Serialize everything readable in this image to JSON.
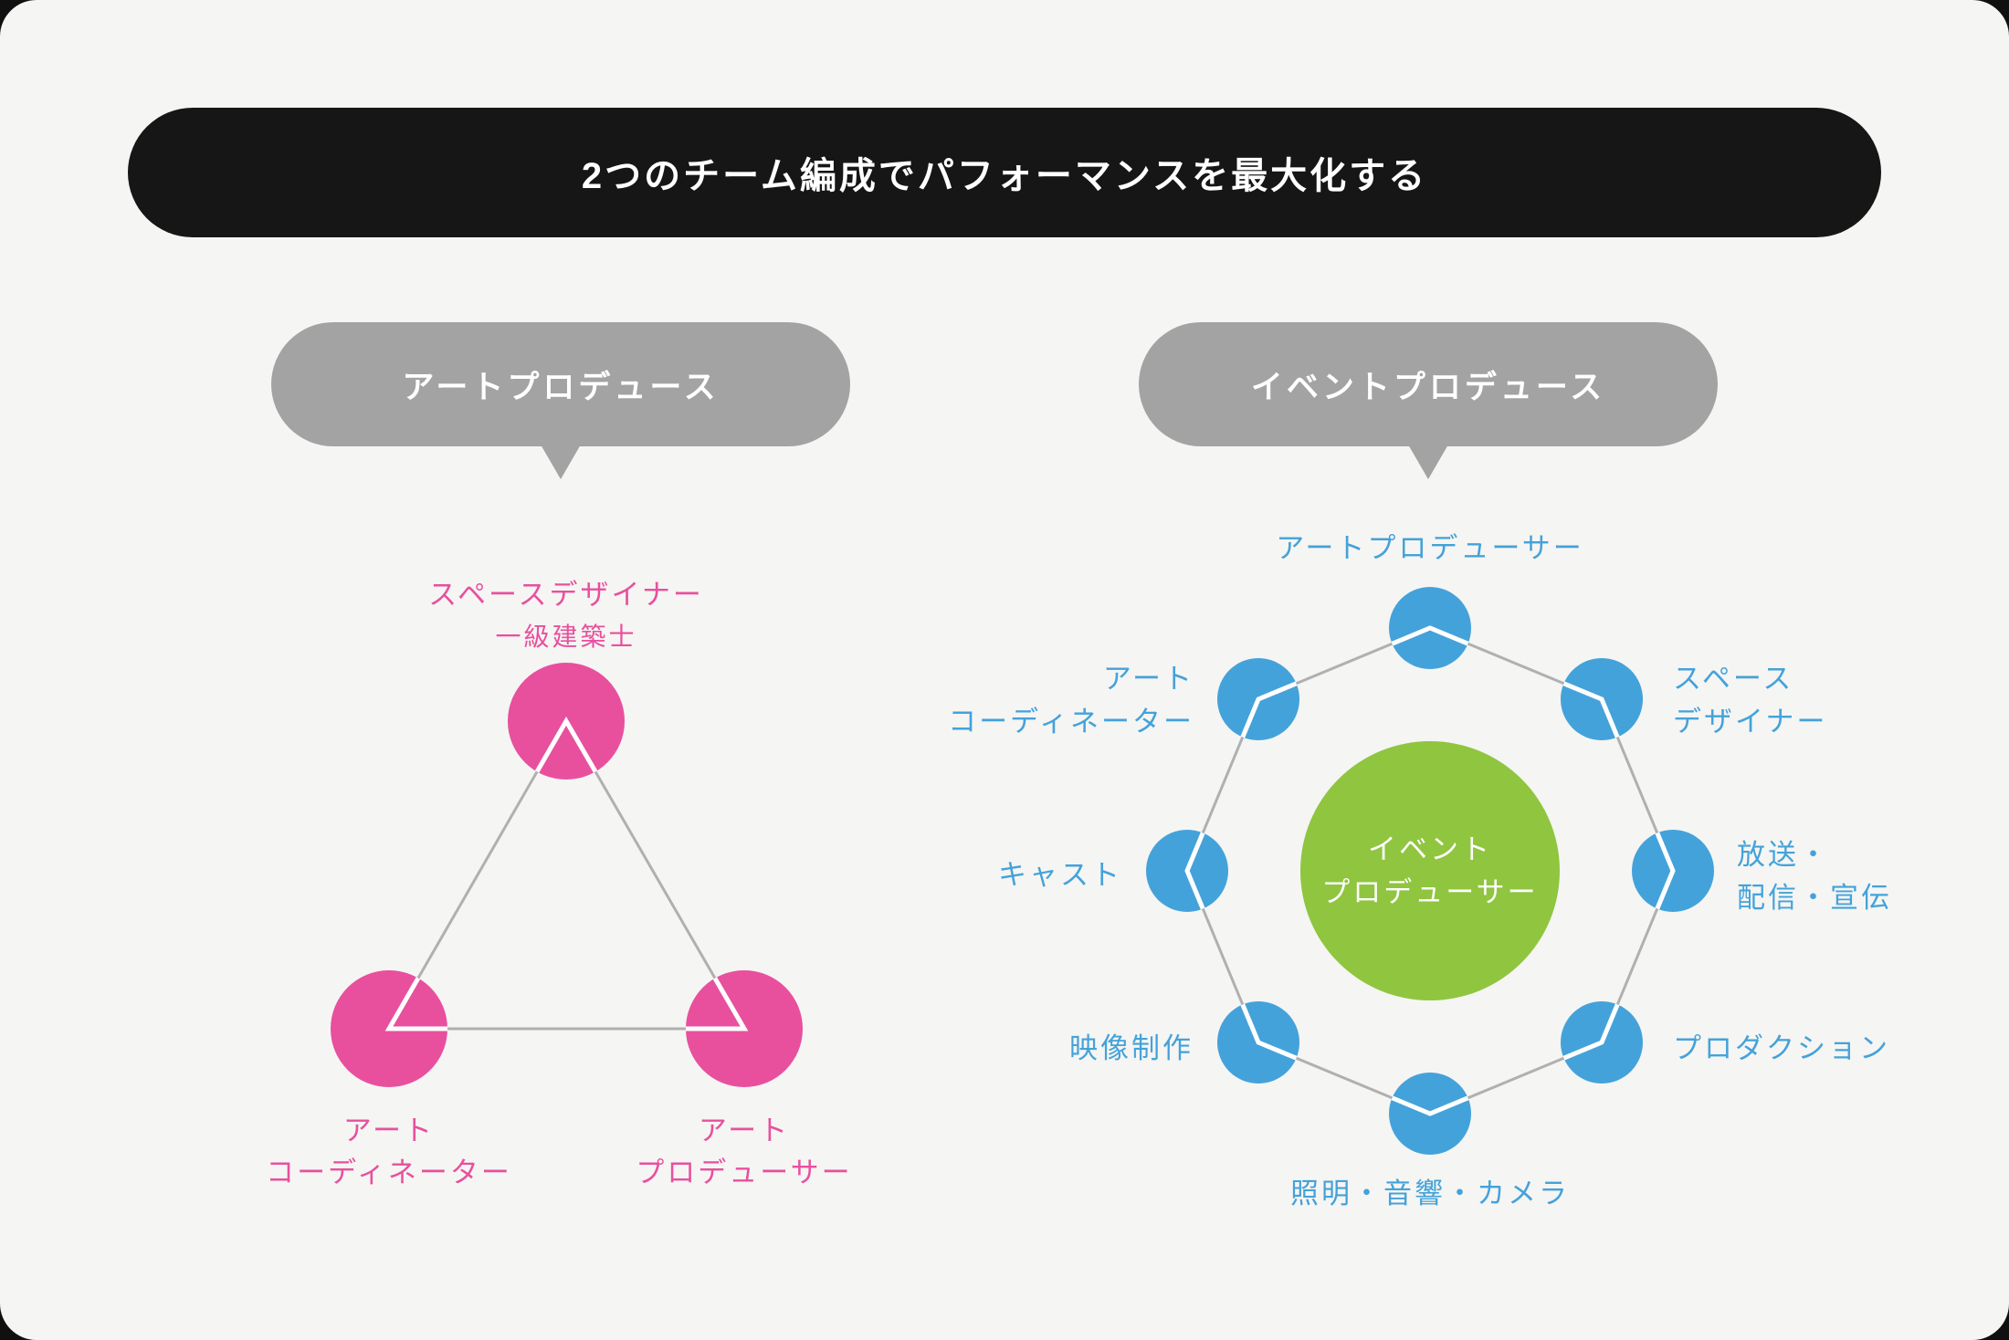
{
  "page": {
    "title": "2つのチーム編成でパフォーマンスを最大化する"
  },
  "colors": {
    "background": "#f5f5f3",
    "banner": "#161616",
    "bubble": "#a3a3a3",
    "pink": "#e8509e",
    "blue": "#44a2da",
    "green": "#90c53f",
    "line_gray": "#b0b0b0"
  },
  "art_produce": {
    "bubble_label": "アートプロデュース",
    "nodes": [
      {
        "id": "space-designer",
        "lines": [
          "スペースデザイナー",
          "一級建築士"
        ]
      },
      {
        "id": "art-coordinator",
        "lines": [
          "アート",
          "コーディネーター"
        ]
      },
      {
        "id": "art-producer",
        "lines": [
          "アート",
          "プロデューサー"
        ]
      }
    ]
  },
  "event_produce": {
    "bubble_label": "イベントプロデュース",
    "center": {
      "lines": [
        "イベント",
        "プロデューサー"
      ]
    },
    "nodes": [
      {
        "id": "art-producer",
        "lines": [
          "アートプロデューサー"
        ]
      },
      {
        "id": "space-designer",
        "lines": [
          "スペース",
          "デザイナー"
        ]
      },
      {
        "id": "broadcast-streaming-promotion",
        "lines": [
          "放送・",
          "配信・宣伝"
        ]
      },
      {
        "id": "production",
        "lines": [
          "プロダクション"
        ]
      },
      {
        "id": "lighting-sound-camera",
        "lines": [
          "照明・音響・カメラ"
        ]
      },
      {
        "id": "video-production",
        "lines": [
          "映像制作"
        ]
      },
      {
        "id": "cast",
        "lines": [
          "キャスト"
        ]
      },
      {
        "id": "art-coordinator",
        "lines": [
          "アート",
          "コーディネーター"
        ]
      }
    ]
  }
}
